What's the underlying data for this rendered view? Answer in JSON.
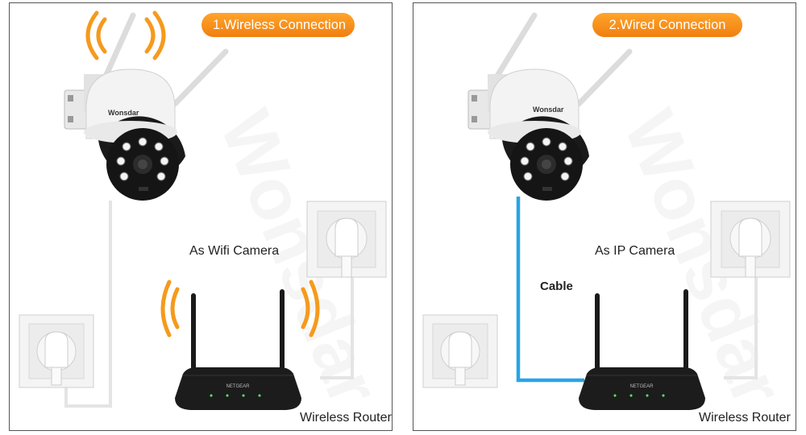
{
  "watermark": "Wonsdar",
  "brand": {
    "camera": "Wonsdar",
    "router": "NETGEAR"
  },
  "colors": {
    "accent_orange": "#f59a1c",
    "cable_blue": "#2aa3e8",
    "cable_white": "#e4e4e4",
    "frame": "#555555"
  },
  "panels": [
    {
      "title": "1.Wireless Connection",
      "mode_label": "As Wifi Camera",
      "router_label": "Wireless Router"
    },
    {
      "title": "2.Wired Connection",
      "mode_label": "As IP Camera",
      "cable_label": "Cable",
      "router_label": "Wireless Router"
    }
  ]
}
